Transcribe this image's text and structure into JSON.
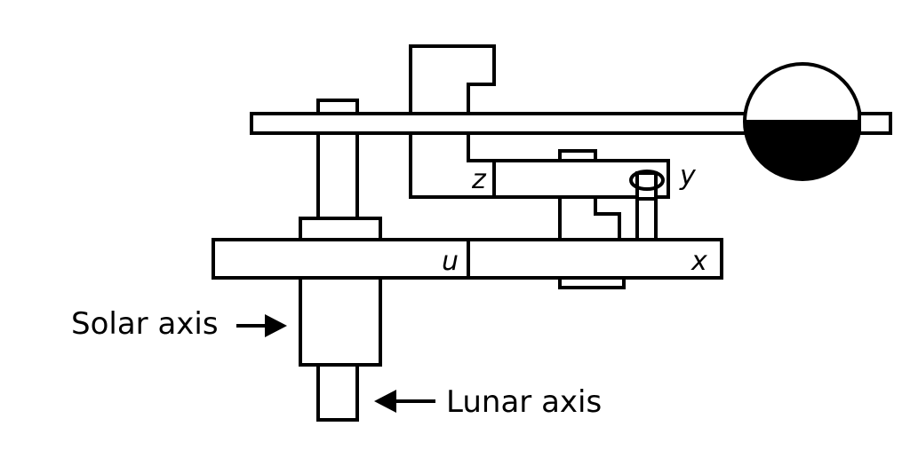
{
  "labels": {
    "solar_axis": "Solar axis",
    "lunar_axis": "Lunar axis",
    "u": "u",
    "x": "x",
    "y": "y",
    "z": "z"
  },
  "colors": {
    "stroke": "#000000",
    "fill": "#ffffff"
  }
}
